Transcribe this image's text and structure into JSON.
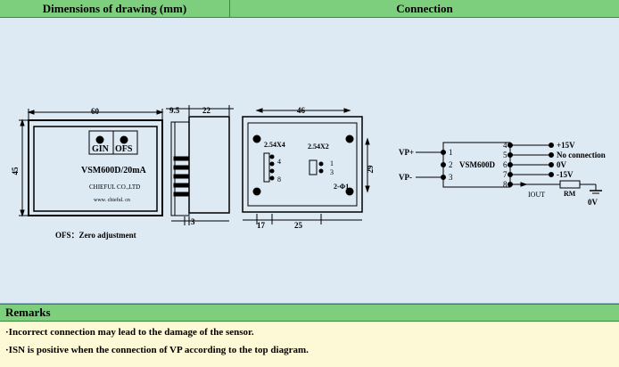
{
  "header": {
    "left_title": "Dimensions of drawing (mm)",
    "right_title": "Connection"
  },
  "drawing": {
    "front_view": {
      "width_dim": "60",
      "height_dim": "45",
      "terminal_gin": "GIN",
      "terminal_ofs": "OFS",
      "model_label": "VSM600D/20mA",
      "company": "CHIEFUL CO.,LTD",
      "website": "www. chieful. cn",
      "ofs_note": "OFS：Zero adjustment"
    },
    "side_view": {
      "dim_top_left": "9.5",
      "dim_top_right": "22",
      "dim_bottom": "3"
    },
    "bottom_view": {
      "dim_top": "46",
      "dim_right": "29",
      "dim_bottom_left": "17",
      "dim_bottom_mid": "25",
      "pin_group_a_label": "2.54X4",
      "pin_group_a_pins": [
        "4",
        "8"
      ],
      "pin_group_b_label": "2.54X2",
      "pin_group_b_pins": [
        "1",
        "3"
      ],
      "hole_label": "2-Φ1"
    }
  },
  "connection": {
    "module": "VSM600D",
    "input_pins": [
      {
        "label": "VP+",
        "pin": "1"
      },
      {
        "label": "",
        "pin": "2"
      },
      {
        "label": "VP-",
        "pin": "3"
      }
    ],
    "output_pins": [
      {
        "pin": "4",
        "signal": "+15V"
      },
      {
        "pin": "5",
        "signal": "No connection"
      },
      {
        "pin": "6",
        "signal": "0V"
      },
      {
        "pin": "7",
        "signal": "-15V"
      },
      {
        "pin": "8",
        "signal": ""
      }
    ],
    "iout_label": "IOUT",
    "rm_label": "RM",
    "ground_label": "0V"
  },
  "remarks": {
    "title": "Remarks",
    "lines": [
      "·Incorrect connection may lead to the damage of the sensor.",
      "·ISN is positive when the connection of VP according to the top diagram."
    ]
  }
}
